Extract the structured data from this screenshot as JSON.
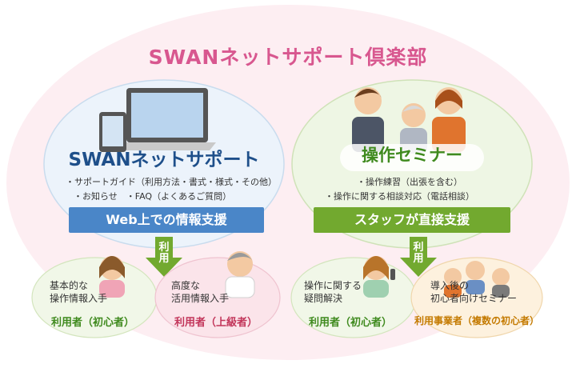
{
  "title": "SWANネットサポート倶楽部",
  "left": {
    "heading": "SWANネットサポート",
    "line1": "・サポートガイド（利用方法・書式・様式・その他）",
    "line2": "・お知らせ　・FAQ（よくあるご質問）",
    "banner": "Web上での情報支援",
    "arrow": "利用",
    "users": [
      {
        "desc1": "基本的な",
        "desc2": "操作情報入手",
        "label": "利用者（初心者）"
      },
      {
        "desc1": "高度な",
        "desc2": "活用情報入手",
        "label": "利用者（上級者）"
      }
    ]
  },
  "right": {
    "heading": "操作セミナー",
    "line1": "・操作練習（出張を含む）",
    "line2": "・操作に関する相談対応（電話相談）",
    "banner": "スタッフが直接支援",
    "arrow": "利用",
    "users": [
      {
        "desc1": "操作に関する",
        "desc2": "疑問解決",
        "label": "利用者（初心者）"
      },
      {
        "desc1": "導入後の",
        "desc2": "初心者向けセミナー",
        "label": "利用事業者（複数の初心者）"
      }
    ]
  },
  "colors": {
    "title": "#d8578f",
    "blue": "#4a86c8",
    "green": "#72a92f",
    "pink_bg": "#fdeef2"
  }
}
